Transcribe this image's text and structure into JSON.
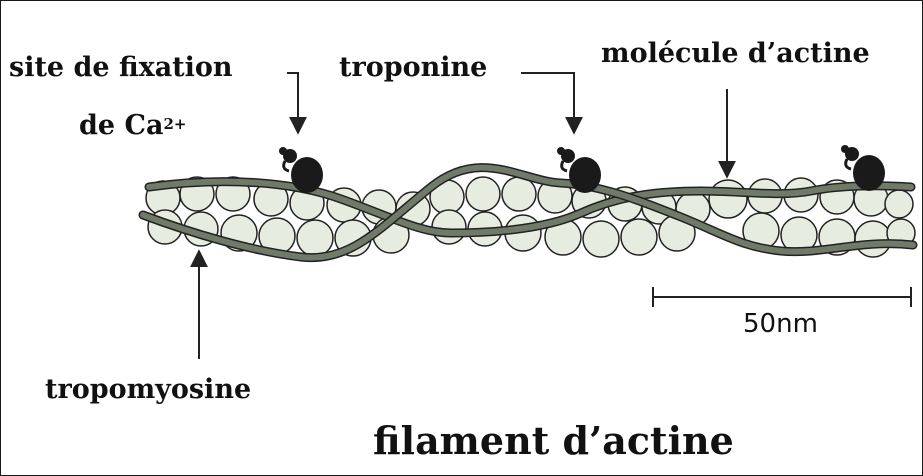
{
  "labels": {
    "site_line1": "site de fixation",
    "site_line2": "de Ca",
    "site_sup": "2+",
    "troponine": "troponine",
    "molecule": "molécule d’actine",
    "tropomyosine": "tropomyosine",
    "scale": "50nm",
    "title": "filament d’actine"
  },
  "colors": {
    "actin_fill": "#e6ede0",
    "outline": "#222222",
    "tropomyosin": "#6f7a68",
    "troponin": "#1a1a1a"
  }
}
